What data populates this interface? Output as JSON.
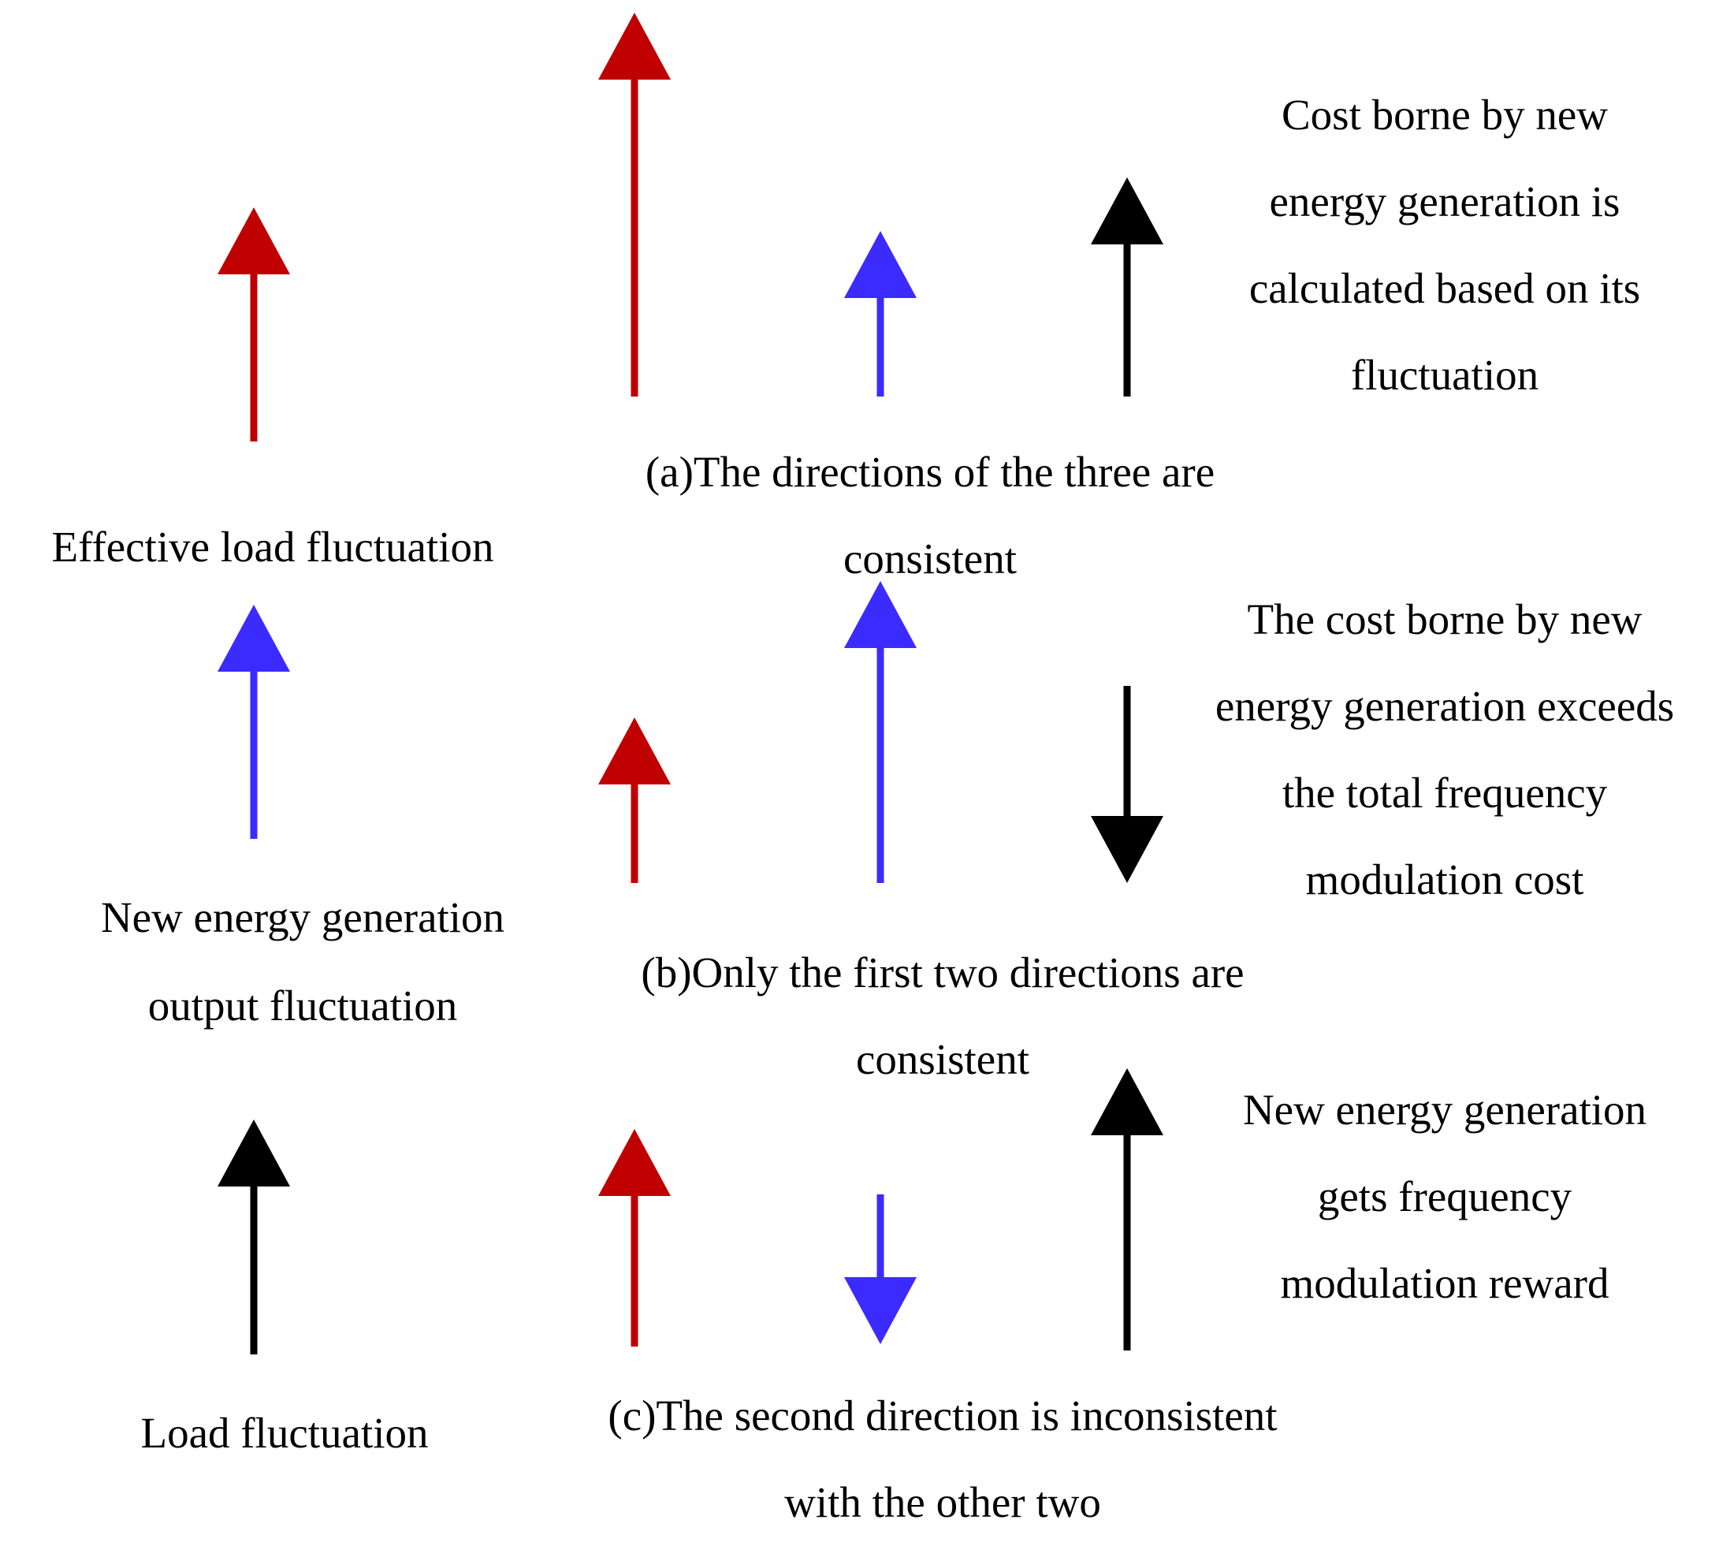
{
  "colors": {
    "red": "#c00000",
    "blue": "#3b2bff",
    "black": "#000000"
  },
  "legend": {
    "effective_load": "Effective load fluctuation",
    "new_energy_line1": "New energy generation",
    "new_energy_line2": "output fluctuation",
    "load": "Load fluctuation"
  },
  "cases": {
    "a": {
      "caption_line1": "(a)The directions of the three are",
      "caption_line2": "consistent",
      "note": [
        "Cost borne by new",
        "energy generation is",
        "calculated based on its",
        "fluctuation"
      ],
      "arrows": [
        {
          "name": "red-arrow-up",
          "color": "red",
          "direction": "up"
        },
        {
          "name": "blue-arrow-up",
          "color": "blue",
          "direction": "up"
        },
        {
          "name": "black-arrow-up",
          "color": "black",
          "direction": "up"
        }
      ]
    },
    "b": {
      "caption_line1": "(b)Only the first two directions are",
      "caption_line2": "consistent",
      "note": [
        "The cost borne by new",
        "energy generation exceeds",
        "the total frequency",
        "modulation cost"
      ],
      "arrows": [
        {
          "name": "red-arrow-up",
          "color": "red",
          "direction": "up"
        },
        {
          "name": "blue-arrow-up",
          "color": "blue",
          "direction": "up"
        },
        {
          "name": "black-arrow-down",
          "color": "black",
          "direction": "down"
        }
      ]
    },
    "c": {
      "caption_line1": "(c)The second direction is inconsistent",
      "caption_line2": "with the other two",
      "note": [
        "New energy generation",
        "gets frequency",
        "modulation reward"
      ],
      "arrows": [
        {
          "name": "red-arrow-up",
          "color": "red",
          "direction": "up"
        },
        {
          "name": "blue-arrow-down",
          "color": "blue",
          "direction": "down"
        },
        {
          "name": "black-arrow-up",
          "color": "black",
          "direction": "up"
        }
      ]
    }
  }
}
